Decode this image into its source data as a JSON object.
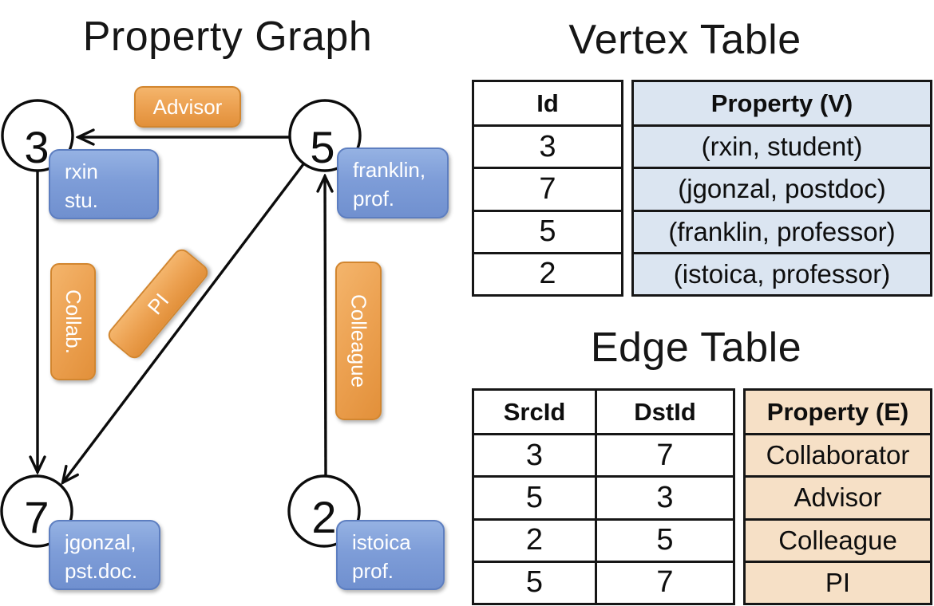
{
  "graph": {
    "title": "Property Graph",
    "nodes": [
      {
        "id": "3",
        "label1": "rxin",
        "label2": "stu."
      },
      {
        "id": "5",
        "label1": "franklin,",
        "label2": "prof."
      },
      {
        "id": "7",
        "label1": "jgonzal,",
        "label2": "pst.doc."
      },
      {
        "id": "2",
        "label1": "istoica",
        "label2": "prof."
      }
    ],
    "edge_labels": {
      "advisor": "Advisor",
      "collab": "Collab.",
      "pi": "PI",
      "colleague": "Colleague"
    }
  },
  "vertex_table": {
    "title": "Vertex Table",
    "columns": {
      "id": "Id",
      "property": "Property (V)"
    },
    "rows": [
      {
        "id": "3",
        "property": "(rxin, student)"
      },
      {
        "id": "7",
        "property": "(jgonzal, postdoc)"
      },
      {
        "id": "5",
        "property": "(franklin, professor)"
      },
      {
        "id": "2",
        "property": "(istoica, professor)"
      }
    ]
  },
  "edge_table": {
    "title": "Edge Table",
    "columns": {
      "src": "SrcId",
      "dst": "DstId",
      "property": "Property (E)"
    },
    "rows": [
      {
        "src": "3",
        "dst": "7",
        "property": "Collaborator"
      },
      {
        "src": "5",
        "dst": "3",
        "property": "Advisor"
      },
      {
        "src": "2",
        "dst": "5",
        "property": "Colleague"
      },
      {
        "src": "5",
        "dst": "7",
        "property": "PI"
      }
    ]
  },
  "colors": {
    "edge_label_fill": "#ECA151",
    "edge_label_border": "#D2862F",
    "node_label_fill": "#7E9DD8",
    "node_label_border": "#5D7EC0",
    "vertex_property_bg": "#DBE5F1",
    "edge_property_bg": "#F6E0C6",
    "table_border": "#161616",
    "line_color": "#0C0C0C"
  }
}
